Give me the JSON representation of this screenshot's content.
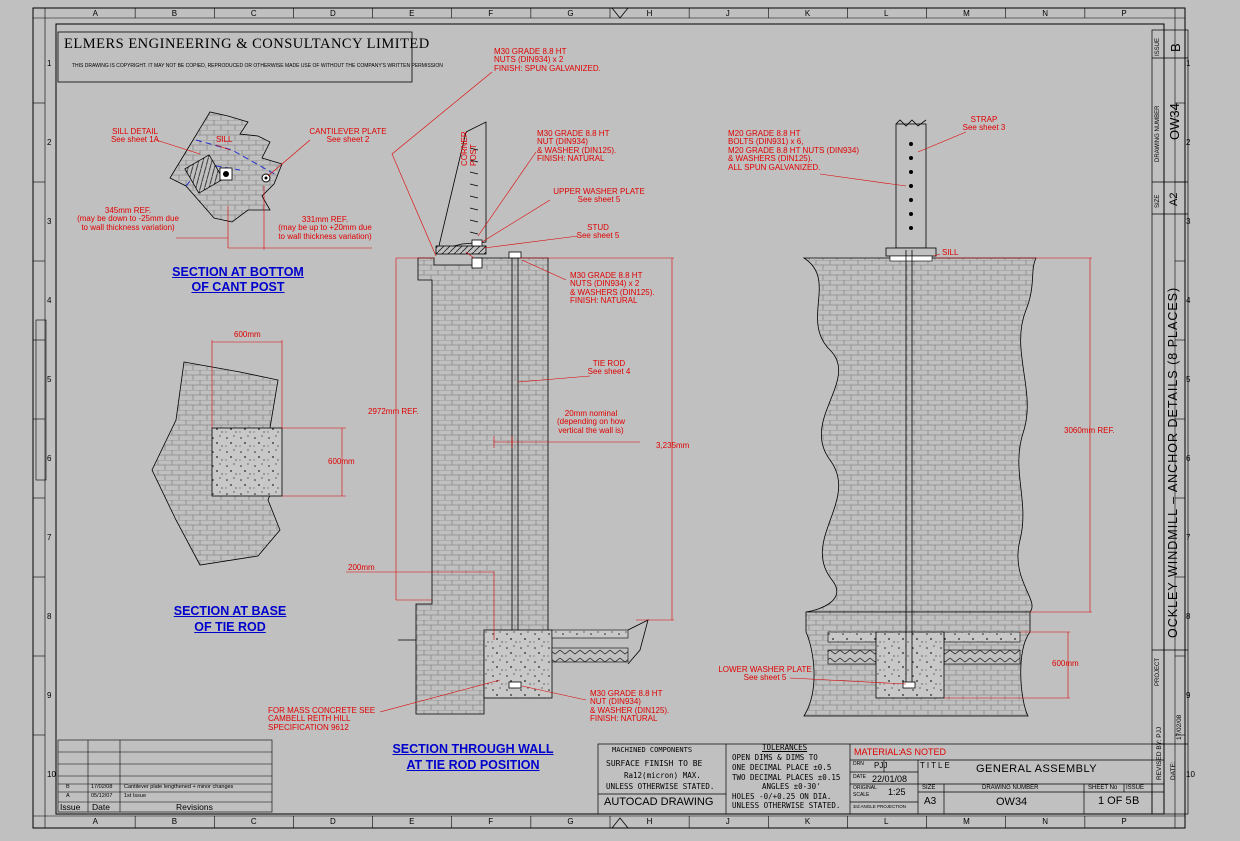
{
  "company": {
    "name": "ELMERS ENGINEERING & CONSULTANCY LIMITED",
    "copyright": "THIS DRAWING IS COPYRIGHT. IT MAY NOT BE COPIED, REPRODUCED OR OTHERWISE MADE USE OF WITHOUT THE COMPANY'S WRITTEN PERMISSION"
  },
  "grid": {
    "columns": [
      "A",
      "B",
      "C",
      "D",
      "E",
      "F",
      "G",
      "H",
      "J",
      "K",
      "L",
      "M",
      "N",
      "P"
    ],
    "rows": [
      "1",
      "2",
      "3",
      "4",
      "5",
      "6",
      "7",
      "8",
      "9",
      "10"
    ]
  },
  "section_titles": {
    "cant_post_1": "SECTION AT BOTTOM",
    "cant_post_2": "OF CANT POST",
    "tie_rod_base_1": "SECTION AT BASE",
    "tie_rod_base_2": "OF TIE ROD",
    "wall_1": "SECTION THROUGH WALL",
    "wall_2": "AT TIE ROD POSITION"
  },
  "annotations": {
    "sill_detail_1": "SILL DETAIL",
    "sill_detail_2": "See sheet 1A",
    "sill": "SILL",
    "cantilever_plate_1": "CANTILEVER PLATE",
    "cantilever_plate_2": "See sheet 2",
    "ref345_1": "345mm REF.",
    "ref345_2": "(may be down to -25mm due",
    "ref345_3": "to wall thickness variation)",
    "ref331_1": "331mm REF.",
    "ref331_2": "(may be up to +20mm due",
    "ref331_3": "to wall thickness variation)",
    "dim600_h": "600mm",
    "dim600_v": "600mm",
    "m30_nuts_top_1": "M30 GRADE 8.8 HT",
    "m30_nuts_top_2": "NUTS (DIN934) x 2",
    "m30_nuts_top_3": "FINISH: SPUN GALVANIZED.",
    "corner_post_1": "CORNER",
    "corner_post_2": "POST",
    "m30_nut_washer_1": "M30 GRADE 8.8 HT",
    "m30_nut_washer_2": "NUT (DIN934)",
    "m30_nut_washer_3": "& WASHER (DIN125).",
    "m30_nut_washer_4": "FINISH: NATURAL",
    "upper_washer_1": "UPPER WASHER PLATE",
    "upper_washer_2": "See sheet 5",
    "stud_1": "STUD",
    "stud_2": "See sheet 5",
    "m30_nuts_wall_1": "M30 GRADE 8.8 HT",
    "m30_nuts_wall_2": "NUTS (DIN934) x 2",
    "m30_nuts_wall_3": "& WASHERS (DIN125).",
    "m30_nuts_wall_4": "FINISH: NATURAL",
    "tie_rod_1": "TIE ROD",
    "tie_rod_2": "See sheet 4",
    "nominal_1": "20mm nominal",
    "nominal_2": "(depending on how",
    "nominal_3": "vertical the wall is)",
    "dim2972": "2972mm REF.",
    "dim3235": "3,235mm",
    "dim200": "200mm",
    "mass_concrete_1": "FOR MASS CONCRETE SEE",
    "mass_concrete_2": "CAMBELL REITH HILL",
    "mass_concrete_3": "SPECIFICATION 9612",
    "m30_bottom_1": "M30 GRADE 8.8 HT",
    "m30_bottom_2": "NUT (DIN934)",
    "m30_bottom_3": "& WASHER (DIN125).",
    "m30_bottom_4": "FINISH: NATURAL",
    "m20_bolts_1": "M20 GRADE 8.8 HT",
    "m20_bolts_2": "BOLTS (DIN931) x 6,",
    "m20_bolts_3": "M20 GRADE 8.8 HT NUTS (DIN934)",
    "m20_bolts_4": "& WASHERS (DIN125).",
    "m20_bolts_5": "ALL SPUN GALVANIZED.",
    "strap_1": "STRAP",
    "strap_2": "See sheet 3",
    "sill_right": "SILL",
    "dim3060": "3060mm REF.",
    "lower_washer_1": "LOWER WASHER PLATE",
    "lower_washer_2": "See sheet 5",
    "dim600_right": "600mm"
  },
  "revisions": {
    "rows": [
      {
        "issue": "B",
        "date": "17/02/08",
        "text": "Cantilever plate lengthened + minor changes"
      },
      {
        "issue": "A",
        "date": "05/12/07",
        "text": "1st Issue"
      }
    ],
    "header_issue": "Issue",
    "header_date": "Date",
    "header_revisions": "Revisions"
  },
  "title_block": {
    "machined_title": "MACHINED COMPONENTS",
    "surface_1": "SURFACE FINISH TO BE",
    "surface_2": "Ra12(micron) MAX.",
    "surface_3": "UNLESS OTHERWISE STATED.",
    "autocad": "AUTOCAD DRAWING",
    "tol_title": "TOLERANCES",
    "tol_1": "OPEN DIMS & DIMS TO",
    "tol_2": "ONE DECIMAL PLACE ±0.5",
    "tol_3": "TWO DECIMAL PLACES ±0.15",
    "tol_4": "ANGLES ±0-30'",
    "tol_5": "HOLES -0/+0.25 ON DIA.",
    "tol_6": "UNLESS OTHERWISE STATED.",
    "material_label": "MATERIAL:",
    "material_value": "AS NOTED",
    "drn_label": "DRN",
    "drn_value": "PJJ",
    "title_label": "TITLE",
    "title_value": "GENERAL ASSEMBLY",
    "date_label": "DATE",
    "date_value": "22/01/08",
    "scale_label_1": "ORIGINAL",
    "scale_label_2": "SCALE",
    "scale_value": "1:25",
    "size_label": "SIZE",
    "size_value": "A3",
    "projection": "3rd ANGLE PROJECTION",
    "drawing_number_label": "DRAWING NUMBER",
    "drawing_number_value": "OW34",
    "sheet_label": "SHEET No",
    "sheet_value": "1 OF  5",
    "issue_label": "ISSUE",
    "issue_value": "B"
  },
  "side_panel": {
    "issue_label": "ISSUE",
    "issue_value": "B",
    "drawing_number_label": "DRAWING NUMBER",
    "drawing_number_value": "OW34",
    "size_label": "SIZE",
    "size_value": "A2",
    "project_label": "PROJECT",
    "project_value": "OCKLEY  WINDMILL  –  ANCHOR  DETAILS  (8  PLACES)",
    "revised_label": "REVISED BY: PJJ",
    "date_label": "DATE:",
    "date_value": "17/02/08"
  }
}
